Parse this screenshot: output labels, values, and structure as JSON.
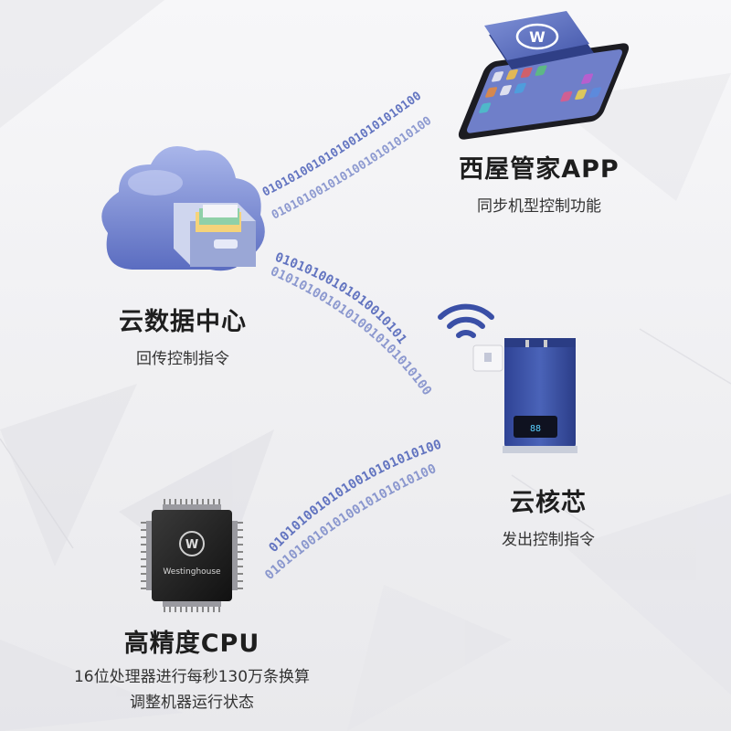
{
  "nodes": {
    "app": {
      "title": "西屋管家APP",
      "subtitle": "同步机型控制功能"
    },
    "cloud": {
      "title": "云数据中心",
      "subtitle": "回传控制指令"
    },
    "core": {
      "title": "云核芯",
      "subtitle": "发出控制指令"
    },
    "cpu": {
      "title": "高精度CPU",
      "subtitle_line1": "16位处理器进行每秒130万条换算",
      "subtitle_line2": "调整机器运行状态"
    }
  },
  "chip_brand": "Westinghouse",
  "binary_stream_text": "01010100101010010101010100",
  "icons": {
    "phone": "smartphone-with-westinghouse-app-icon",
    "cloud": "cloud-server-drawer-icon",
    "heater": "water-heater-icon",
    "wifi": "wifi-signal-icon",
    "chip": "cpu-chip-icon"
  },
  "colors": {
    "accent": "#5b6fc0",
    "binary_blue": "#4a5fb8",
    "heater_body": "#3f56a8",
    "text_dark": "#1e1e1e"
  }
}
